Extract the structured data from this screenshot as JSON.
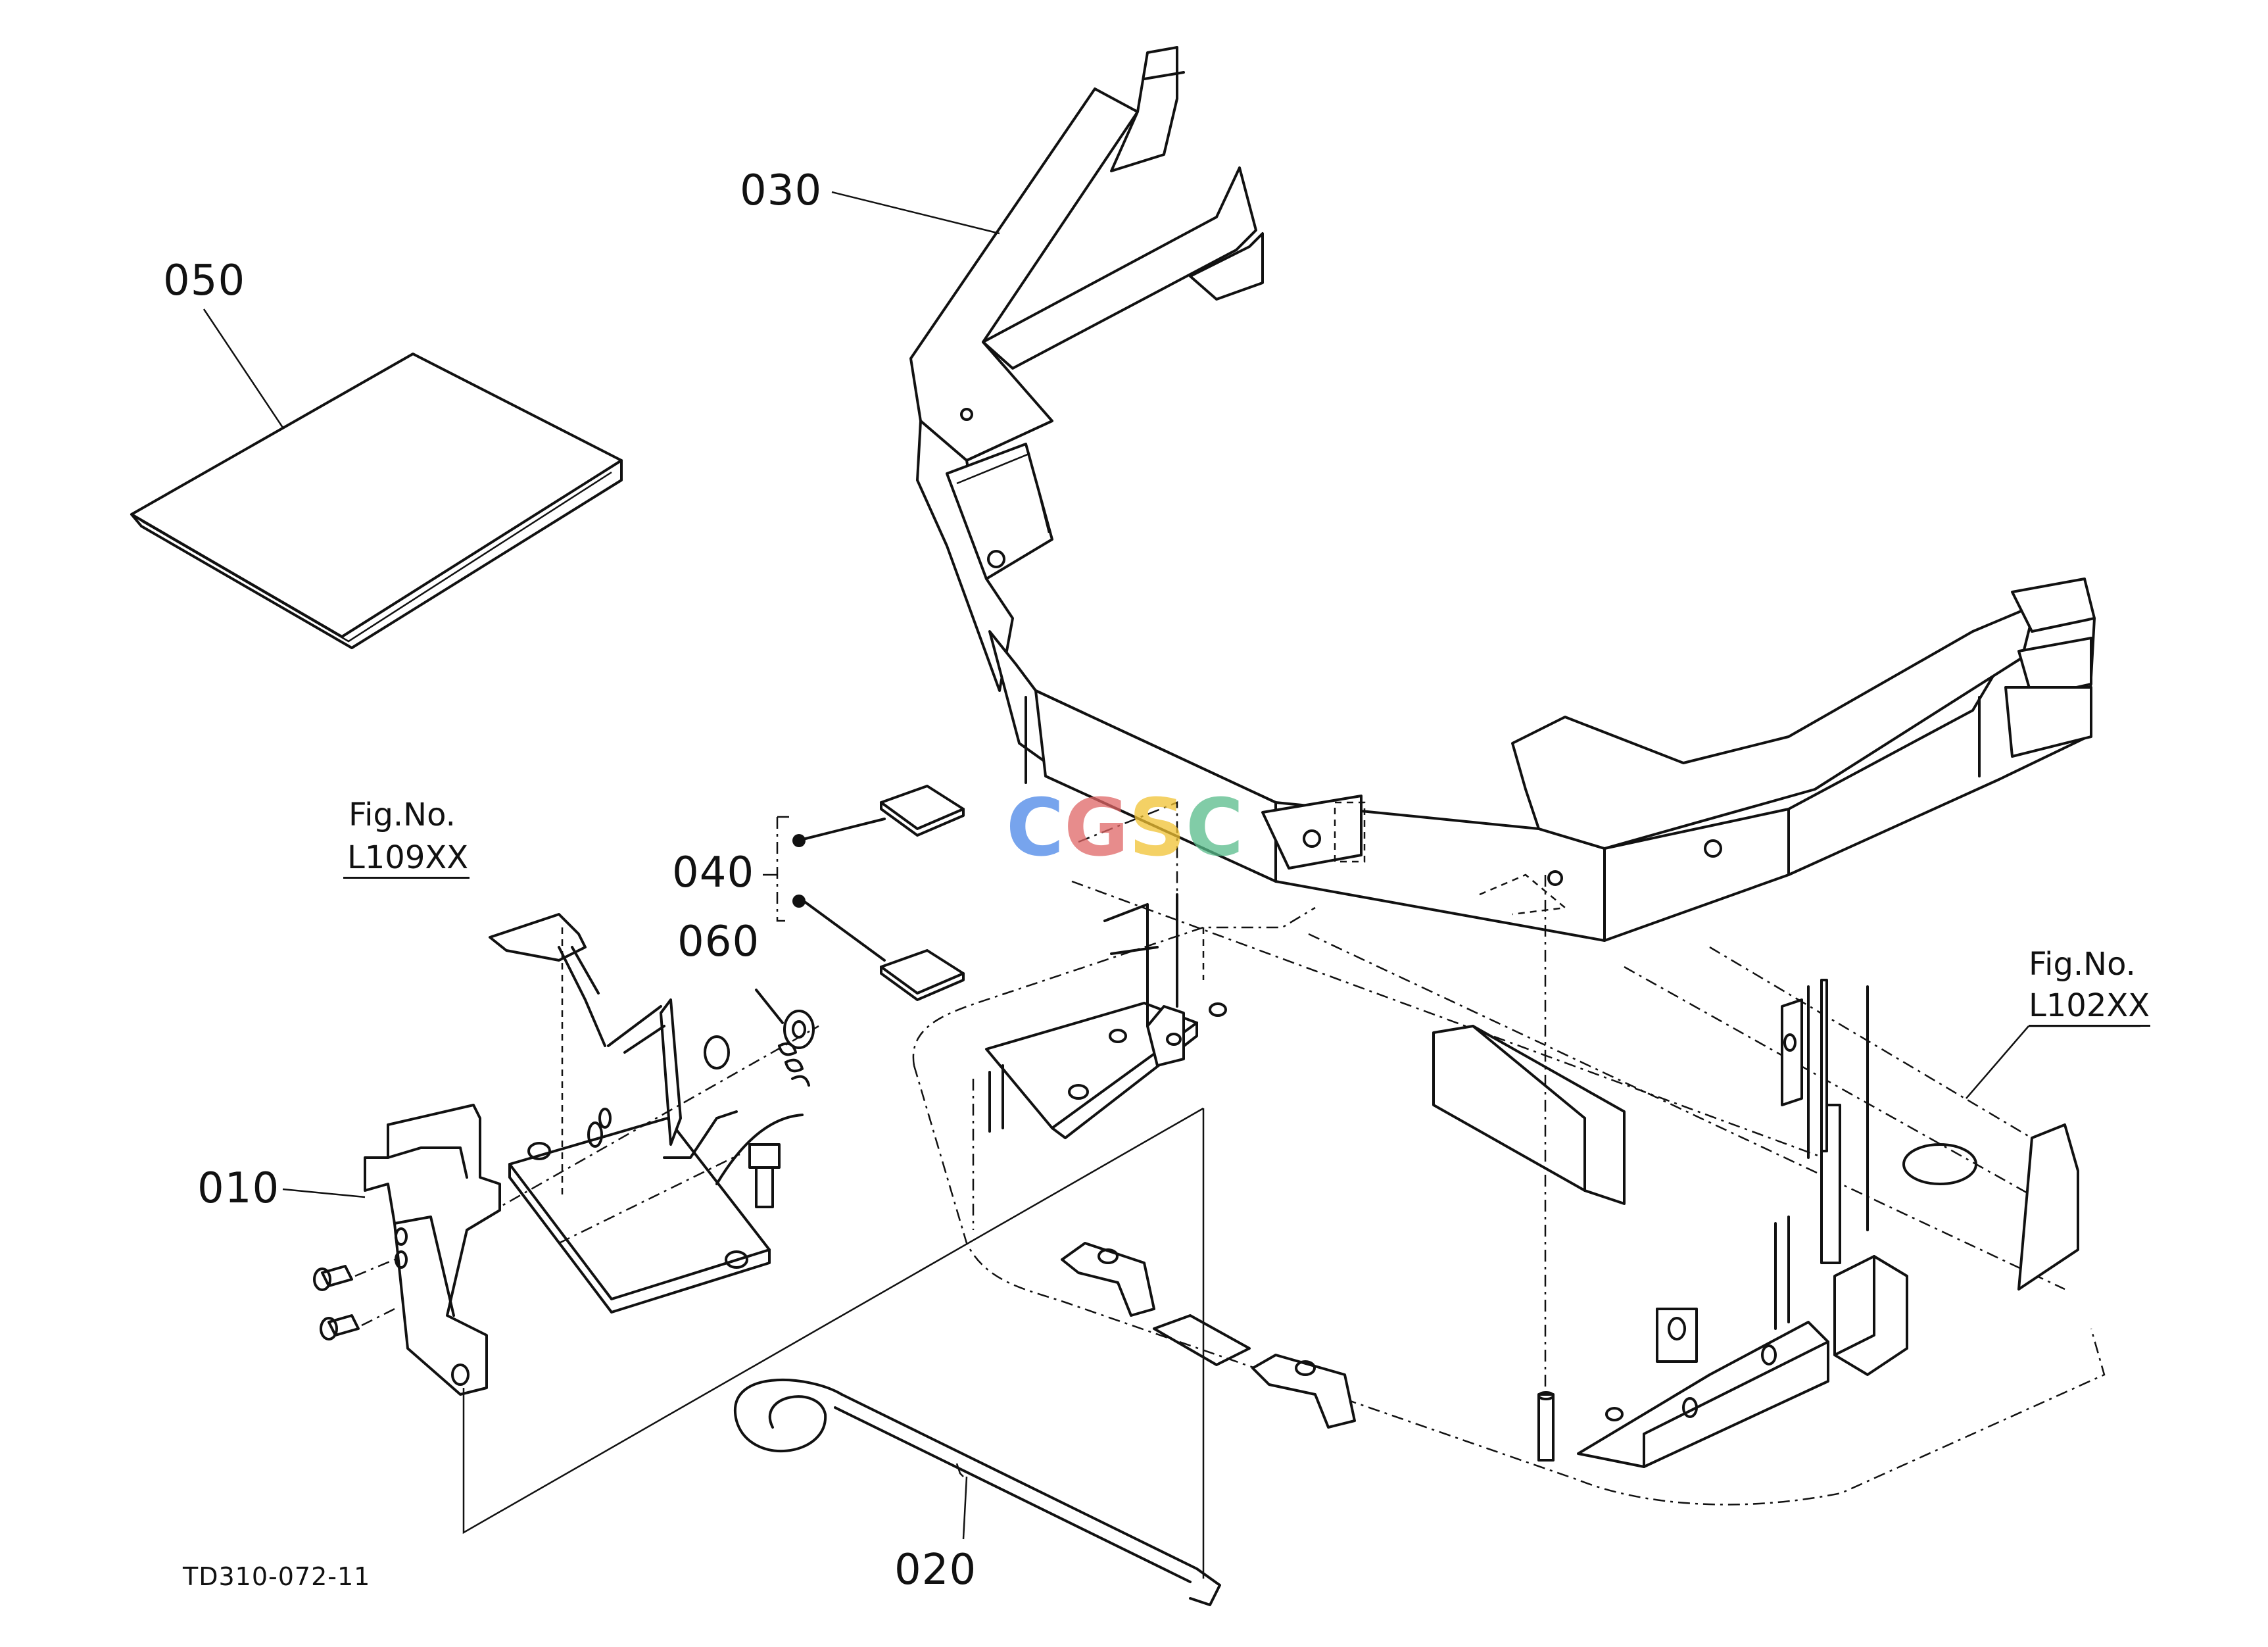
{
  "parts": [
    {
      "id": "010",
      "label": "010"
    },
    {
      "id": "020",
      "label": "020"
    },
    {
      "id": "030",
      "label": "030"
    },
    {
      "id": "040",
      "label": "040"
    },
    {
      "id": "050",
      "label": "050"
    },
    {
      "id": "060",
      "label": "060"
    }
  ],
  "figure_refs": [
    {
      "title": "Fig.No.",
      "number": "L109XX"
    },
    {
      "title": "Fig.No.",
      "number": "L102XX"
    }
  ],
  "drawing_code": "TD310-072-11",
  "watermark": {
    "letters": [
      "C",
      "G",
      "S",
      "C"
    ],
    "colors": [
      "#4a86e8",
      "#e06666",
      "#f1c232",
      "#57bb8a"
    ]
  }
}
